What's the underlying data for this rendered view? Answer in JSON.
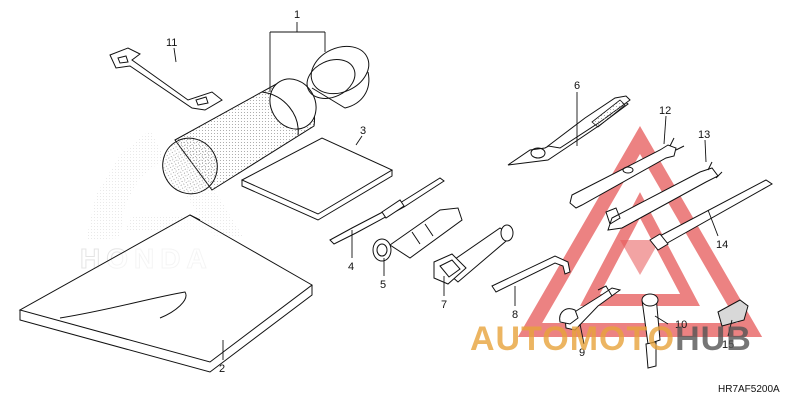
{
  "diagram": {
    "code": "HR7AF5200A",
    "parts": [
      {
        "id": "part-1",
        "number": "1"
      },
      {
        "id": "part-2",
        "number": "2"
      },
      {
        "id": "part-3",
        "number": "3"
      },
      {
        "id": "part-4",
        "number": "4"
      },
      {
        "id": "part-5",
        "number": "5"
      },
      {
        "id": "part-6",
        "number": "6"
      },
      {
        "id": "part-7",
        "number": "7"
      },
      {
        "id": "part-8",
        "number": "8"
      },
      {
        "id": "part-9",
        "number": "9"
      },
      {
        "id": "part-10",
        "number": "10"
      },
      {
        "id": "part-11",
        "number": "11"
      },
      {
        "id": "part-12",
        "number": "12"
      },
      {
        "id": "part-13",
        "number": "13"
      },
      {
        "id": "part-14",
        "number": "14"
      },
      {
        "id": "part-15",
        "number": "15"
      }
    ]
  },
  "watermark": {
    "brand_auto": "AUTO",
    "brand_moto": "MOTO",
    "brand_hub": "HUB",
    "accent_color": "#e8a33c",
    "hub_color": "#555555",
    "triangle_color": "#e23b3b"
  },
  "background_logo": {
    "text": "HONDA"
  }
}
